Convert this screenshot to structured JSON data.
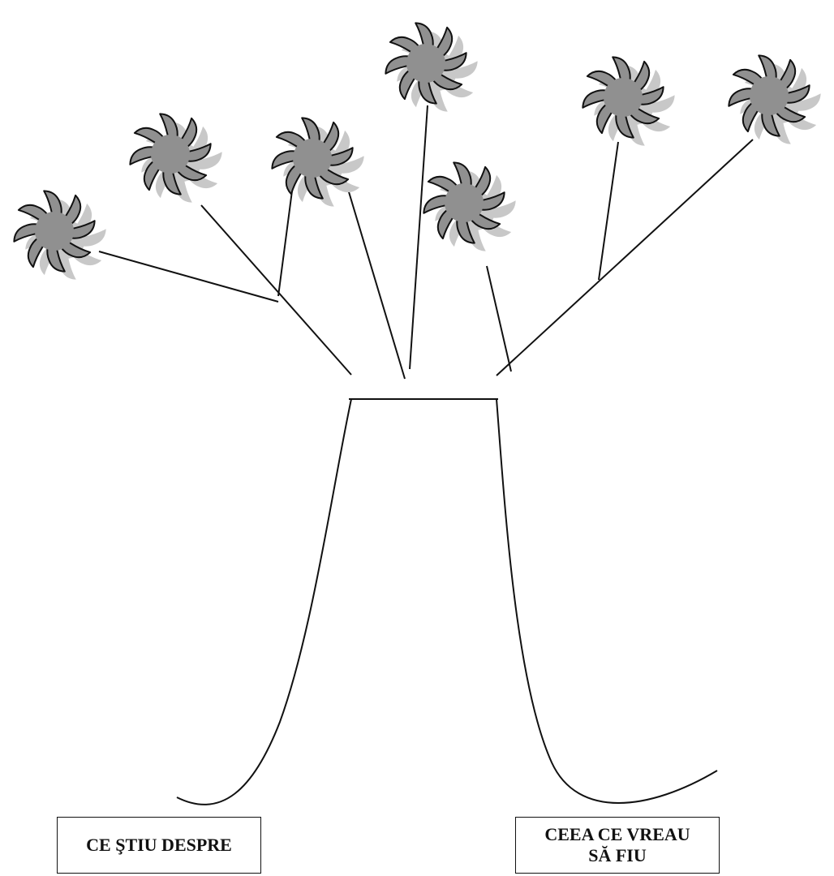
{
  "diagram": {
    "type": "tree-graphic-organizer",
    "colors": {
      "stroke": "#111111",
      "flower_fill": "#909090",
      "flower_shadow": "#c8c8c8"
    },
    "icons": [
      "flower-icon"
    ],
    "labels": {
      "left_box": [
        "CE ŞTIU DESPRE"
      ],
      "right_box": [
        "CEEA CE VREAU",
        "SĂ FIU"
      ]
    }
  }
}
